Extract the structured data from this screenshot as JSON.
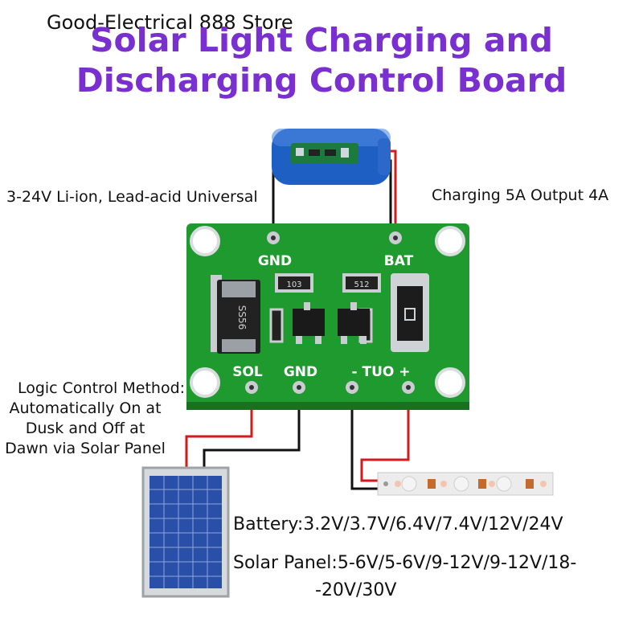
{
  "header": {
    "store_name": "Good-Electrical 888 Store",
    "title_line1": "Solar Light Charging and",
    "title_line2": "Discharging Control Board"
  },
  "labels": {
    "battery_types": "3-24V Li-ion, Lead-acid Universal",
    "current_rating": "Charging 5A Output 4A",
    "logic_line1": "Logic Control Method:",
    "logic_line2": "Automatically On at",
    "logic_line3": "Dusk and Off at",
    "logic_line4": "Dawn via Solar Panel"
  },
  "specs": {
    "battery_label": "Battery:",
    "battery_values": "3.2V/3.7V/6.4V/7.4V/12V/24V",
    "solar_label": "Solar Panel:",
    "solar_values_line1": "5-6V/5-6V/9-12V/9-12V/18-",
    "solar_values_line2": "-20V/30V"
  },
  "board": {
    "pin_gnd_top": "GND",
    "pin_bat": "BAT",
    "pin_sol": "SOL",
    "pin_gnd_bottom": "GND",
    "pin_out": "- TUO +",
    "diode_marking": "SS56",
    "resistor_1": "103",
    "resistor_2": "512"
  },
  "colors": {
    "title": "#7a2fd0",
    "board_green": "#1f9a2e",
    "battery_blue": "#1e5fc4",
    "wire_red": "#d41a1a",
    "wire_black": "#111111",
    "solar_blue": "#2a4fa8"
  }
}
